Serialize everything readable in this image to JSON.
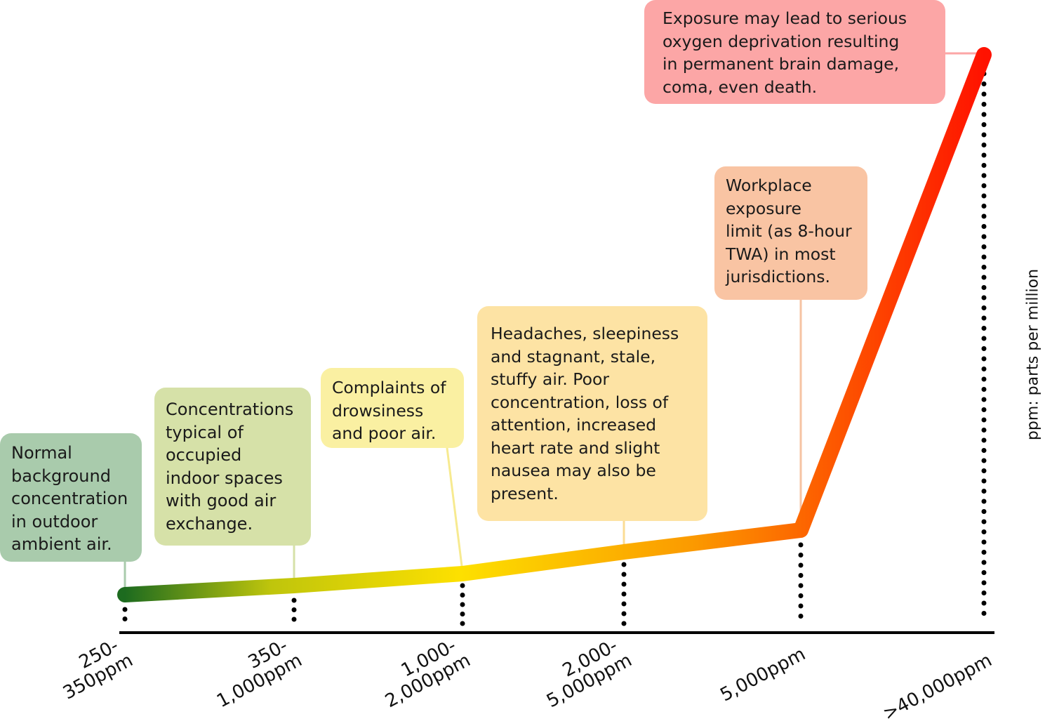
{
  "unit_note": "ppm: parts per million",
  "stages": [
    {
      "id": "normal",
      "range_label_lines": [
        "250-",
        "350ppm"
      ],
      "description": "Normal\nbackground\nconcentration\nin outdoor\nambient air.",
      "box_color": "#a9cbac",
      "leader_color": "#a9cbac"
    },
    {
      "id": "indoor",
      "range_label_lines": [
        "350-",
        "1,000ppm"
      ],
      "description": "Concentrations\ntypical of\noccupied\nindoor spaces\nwith good air\nexchange.",
      "box_color": "#d6e1a8",
      "leader_color": "#d6e1a8"
    },
    {
      "id": "drowsiness",
      "range_label_lines": [
        "1,000-",
        "2,000ppm"
      ],
      "description": "Complaints of\ndrowsiness\nand poor air.",
      "box_color": "#faf0a2",
      "leader_color": "#f7ea90"
    },
    {
      "id": "headaches",
      "range_label_lines": [
        "2,000-",
        "5,000ppm"
      ],
      "description": "Headaches, sleepiness\nand stagnant, stale,\nstuffy air. Poor\nconcentration, loss of\nattention, increased\nheart rate and slight\nnausea may also be\npresent.",
      "box_color": "#fde3a4",
      "leader_color": "#fbdc94"
    },
    {
      "id": "workplace",
      "range_label_lines": [
        "5,000ppm"
      ],
      "description": "Workplace\nexposure\nlimit (as 8-hour\nTWA) in most\njurisdictions.",
      "box_color": "#f9c4a3",
      "leader_color": "#f6c3a3"
    },
    {
      "id": "danger",
      "range_label_lines": [
        ">40,000ppm"
      ],
      "description": "Exposure may lead to serious\noxygen deprivation resulting\nin permanent brain damage,\ncoma, even death.",
      "box_color": "#fca6a6",
      "leader_color": "#fca6a6"
    }
  ],
  "curve_colors": [
    "#1d6b1f",
    "#bfc50c",
    "#fde000",
    "#fb9a00",
    "#ff1200"
  ]
}
